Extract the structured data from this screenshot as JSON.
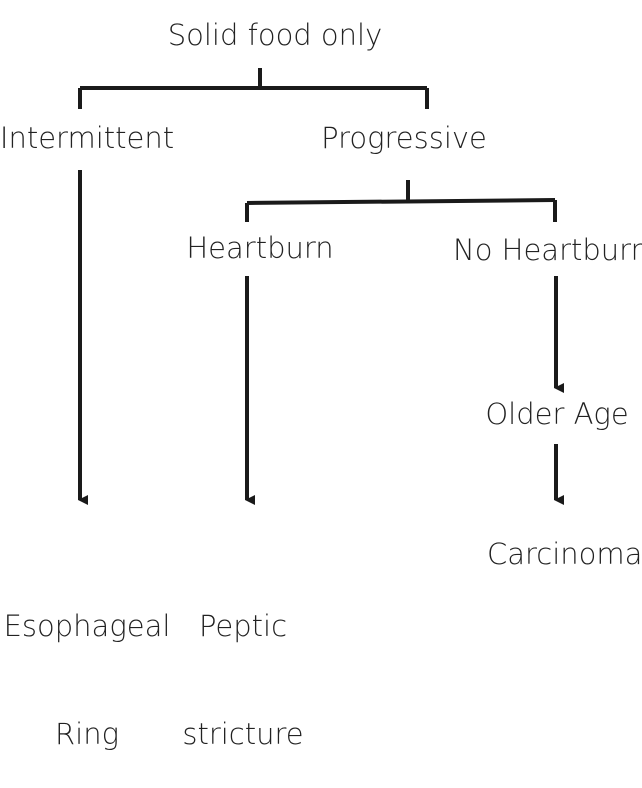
{
  "diagram": {
    "root": "Solid food only",
    "intermittent": "Intermittent",
    "progressive": "Progressive",
    "heartburn": "Heartburn",
    "no_heartburn": "No Heartburn",
    "older_age": "Older Age",
    "esophageal_ring": [
      "Esophageal",
      "Ring"
    ],
    "peptic_stricture": [
      "Peptic",
      "stricture"
    ],
    "carcinoma": "Carcinoma"
  },
  "colors": {
    "line": "#1a1a1a",
    "text": "#222222"
  }
}
